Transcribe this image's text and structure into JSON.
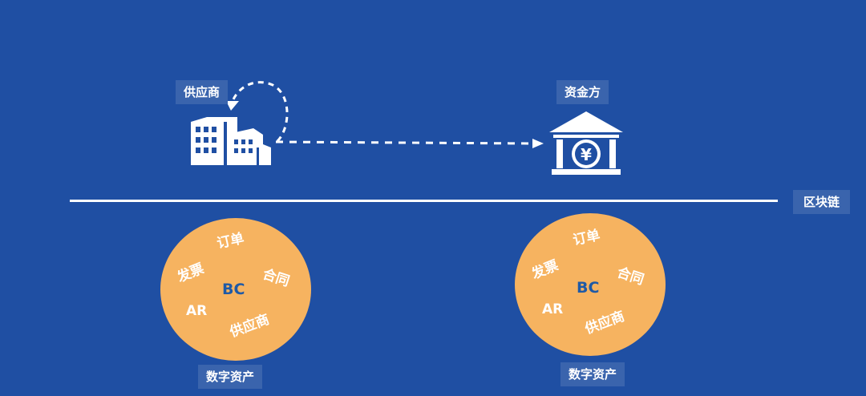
{
  "labels": {
    "supplier": "供应商",
    "funder": "资金方",
    "blockchain": "区块链"
  },
  "left_circle": {
    "center": "BC",
    "words": [
      "订单",
      "发票",
      "合同",
      "AR",
      "供应商"
    ],
    "caption": "数字资产"
  },
  "right_circle": {
    "center": "BC",
    "words": [
      "订单",
      "发票",
      "合同",
      "AR",
      "供应商"
    ],
    "caption": "数字资产"
  },
  "icons": {
    "supplier": "factory-buildings-icon",
    "funder": "bank-yen-icon"
  },
  "colors": {
    "background": "#1f4fa3",
    "tag": "#3a64ad",
    "circle": "#f6b360",
    "center_text": "#1f5aa6",
    "line": "#ffffff"
  }
}
